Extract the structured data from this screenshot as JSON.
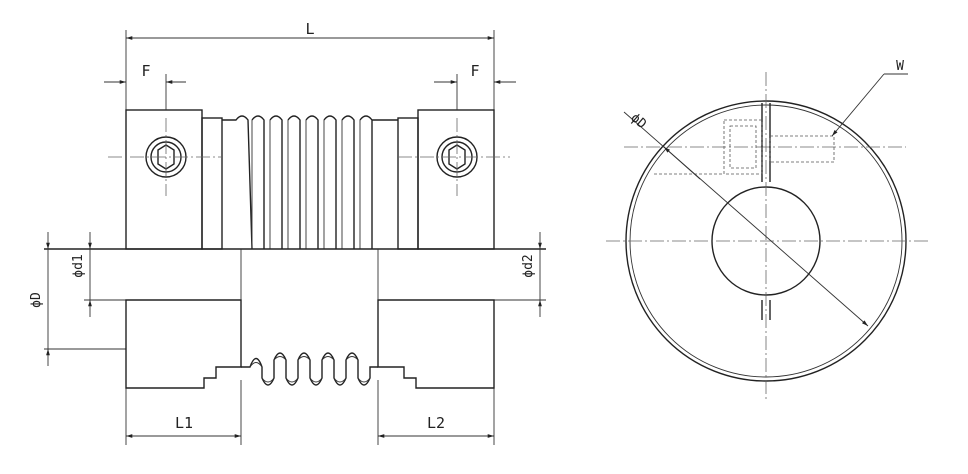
{
  "figure": {
    "front_view": {
      "dimensions": {
        "overall_length": "L",
        "clamp_offset_left": "F",
        "clamp_offset_right": "F",
        "outer_diameter": "ϕD",
        "bore_left": "ϕd1",
        "bore_right": "ϕd2",
        "hub_length_left": "L1",
        "hub_length_right": "L2"
      }
    },
    "side_view": {
      "dimensions": {
        "outer_diameter": "ϕD",
        "screw_offset": "W"
      }
    }
  }
}
